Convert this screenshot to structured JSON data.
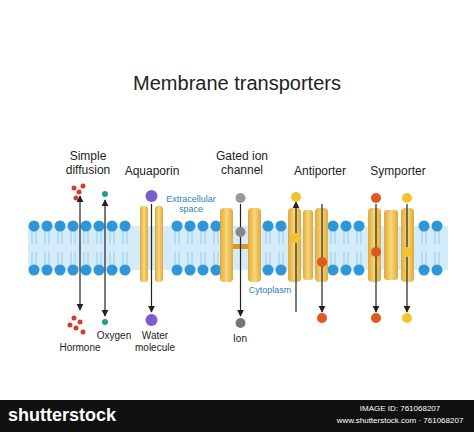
{
  "diagram": {
    "title": "Membrane transporters",
    "labels": [
      "Simple diffusion",
      "Aquaporin",
      "Gated ion channel",
      "Antiporter",
      "Symporter",
      "Extracellular space",
      "Cytoplasm",
      "Hormone",
      "Oxygen",
      "Water molecule",
      "Ion",
      "shutterstock",
      "IMAGE ID: 761068207",
      "www.shutterstock.com · 761068207"
    ]
  }
}
